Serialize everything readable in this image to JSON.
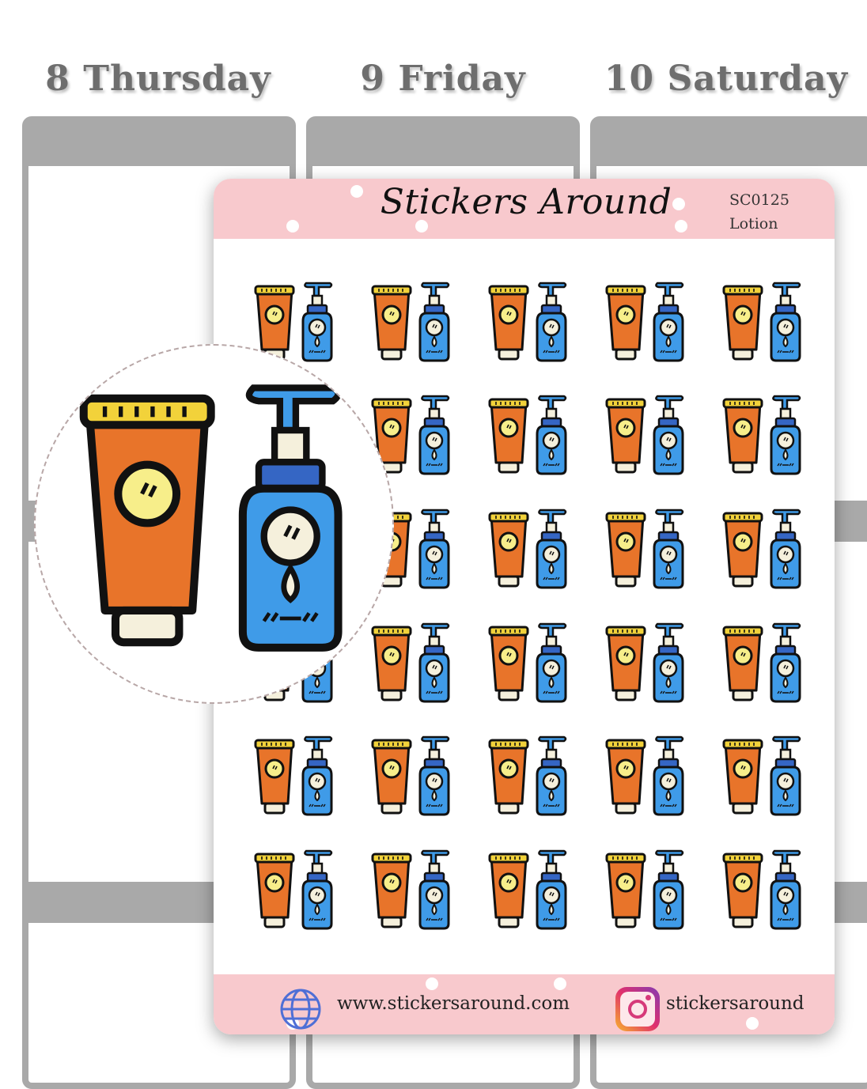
{
  "days": [
    {
      "label": "8 Thursday"
    },
    {
      "label": "9 Friday"
    },
    {
      "label": "10 Saturday"
    }
  ],
  "sheet": {
    "brand": "Stickers Around",
    "code": "SC0125",
    "name": "Lotion",
    "rows": 6,
    "columns": 5,
    "sticker_icon": "lotion-tube-and-pump-bottle-icon"
  },
  "footer": {
    "website": "www.stickersaround.com",
    "instagram_handle": "stickersaround",
    "website_icon": "globe-icon",
    "social_icon": "instagram-icon"
  },
  "colors": {
    "header_pink": "#f8c9cd",
    "tube_orange": "#e8742a",
    "tube_cap_yellow": "#f2d23a",
    "bottle_blue": "#3f9be8",
    "bottle_dark_blue": "#3566c4",
    "planner_gray": "#a9a9a9"
  }
}
